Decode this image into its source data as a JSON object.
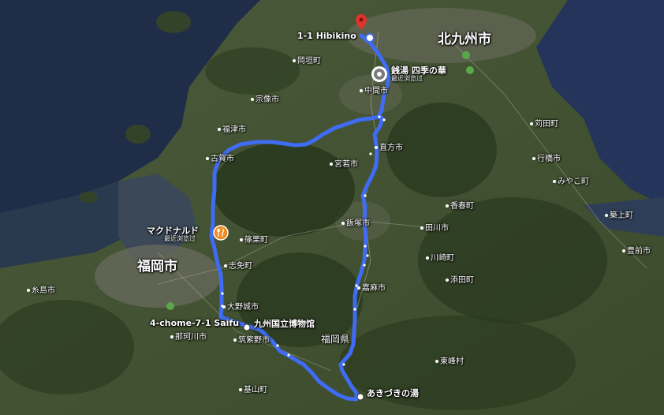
{
  "colors": {
    "route": "#3f6cf2",
    "sea_deep": "#1d2a44",
    "land": "#3a4a2c",
    "pin_red": "#e0342a",
    "food_orange": "#f08a22"
  },
  "route": {
    "label": "driving-route"
  },
  "cities": [
    {
      "name": "北九州市"
    },
    {
      "name": "福岡市"
    }
  ],
  "towns": [
    {
      "name": "岡垣町"
    },
    {
      "name": "宗像市"
    },
    {
      "name": "中間市"
    },
    {
      "name": "福津市"
    },
    {
      "name": "古賀市"
    },
    {
      "name": "宮若市"
    },
    {
      "name": "直方市"
    },
    {
      "name": "苅田町"
    },
    {
      "name": "行橋市"
    },
    {
      "name": "みやこ町"
    },
    {
      "name": "香春町"
    },
    {
      "name": "飯塚市"
    },
    {
      "name": "田川市"
    },
    {
      "name": "篠栗町"
    },
    {
      "name": "川崎町"
    },
    {
      "name": "築上町"
    },
    {
      "name": "豊前市"
    },
    {
      "name": "志免町"
    },
    {
      "name": "添田町"
    },
    {
      "name": "嘉麻市"
    },
    {
      "name": "大野城市"
    },
    {
      "name": "糸島市"
    },
    {
      "name": "那珂川市"
    },
    {
      "name": "筑紫野市"
    },
    {
      "name": "東峰村"
    },
    {
      "name": "基山町"
    },
    {
      "name": "福岡県"
    }
  ],
  "places": {
    "start": {
      "label": "1-1 Hibikino"
    },
    "sento": {
      "label": "銭湯 四季の華",
      "sub": "最近浏览过"
    },
    "mcd": {
      "label": "マクドナルド",
      "sub": "最近浏览过"
    },
    "saifu": {
      "label": "4-chome-7-1 Saifu"
    },
    "museum": {
      "label": "九州国立博物馆"
    },
    "onsen": {
      "label": "あきづきの湯"
    }
  }
}
